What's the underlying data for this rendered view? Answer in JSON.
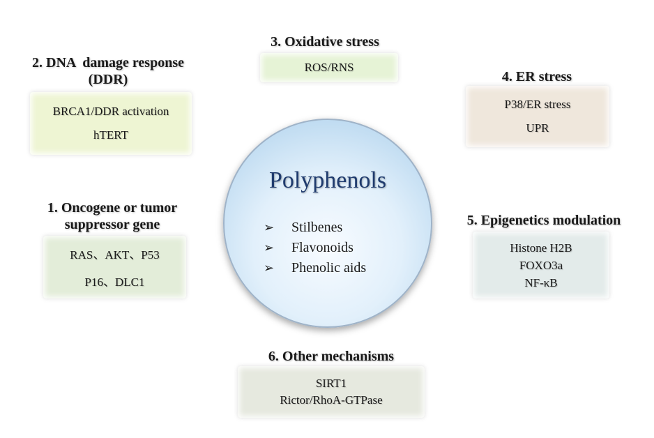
{
  "center": {
    "title": "Polyphenols",
    "items": [
      "Stilbenes",
      "Flavonoids",
      "Phenolic aids"
    ]
  },
  "mechanisms": {
    "oncogene": {
      "heading_line1": "1. Oncogene or tumor",
      "heading_line2": "suppressor gene",
      "lines": [
        "RAS、AKT、P53",
        "P16、DLC1"
      ]
    },
    "ddr": {
      "heading_line1": "2. DNA  damage response",
      "heading_line2": "(DDR)",
      "lines": [
        "BRCA1/DDR activation",
        "hTERT"
      ]
    },
    "oxidative": {
      "heading": "3. Oxidative stress",
      "lines": [
        "ROS/RNS"
      ]
    },
    "er": {
      "heading": "4. ER stress",
      "lines": [
        "P38/ER stress",
        "UPR"
      ]
    },
    "epigenetics": {
      "heading": "5. Epigenetics modulation",
      "lines": [
        "Histone H2B",
        "FOXO3a",
        "NF-κB"
      ]
    },
    "other": {
      "heading": "6. Other mechanisms",
      "lines": [
        "SIRT1",
        "Rictor/RhoA-GTPase"
      ]
    }
  },
  "colors": {
    "oncogene_box": "#e3edd9",
    "ddr_box": "#eef5d3",
    "oxidative_box": "#e6f3d6",
    "er_box": "#efe7dc",
    "epigenetics_box": "#e3ebea",
    "other_box": "#e6e9df",
    "circle_title": "#1f3b6e"
  }
}
